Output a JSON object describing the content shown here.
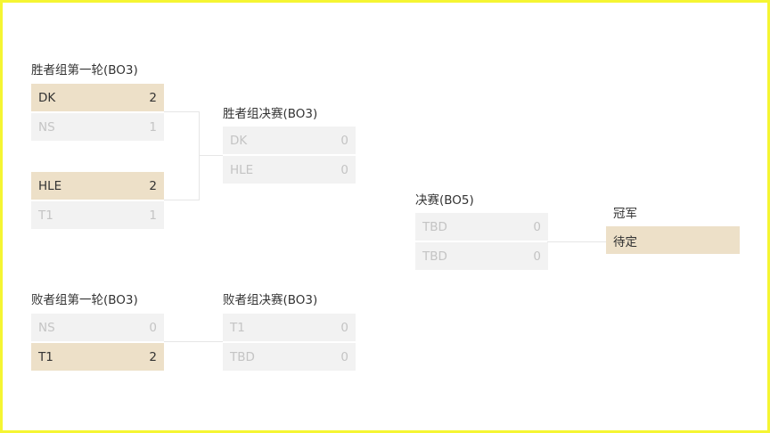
{
  "colors": {
    "winner_bg": "#ede0c8",
    "pending_bg": "#f2f2f2",
    "border": "#f5f532"
  },
  "upper_r1": {
    "title": "胜者组第一轮(BO3)",
    "m1": [
      {
        "team": "DK",
        "score": "2"
      },
      {
        "team": "NS",
        "score": "1"
      }
    ],
    "m2": [
      {
        "team": "HLE",
        "score": "2"
      },
      {
        "team": "T1",
        "score": "1"
      }
    ]
  },
  "upper_final": {
    "title": "胜者组决赛(BO3)",
    "m": [
      {
        "team": "DK",
        "score": "0"
      },
      {
        "team": "HLE",
        "score": "0"
      }
    ]
  },
  "lower_r1": {
    "title": "败者组第一轮(BO3)",
    "m": [
      {
        "team": "NS",
        "score": "0"
      },
      {
        "team": "T1",
        "score": "2"
      }
    ]
  },
  "lower_final": {
    "title": "败者组决赛(BO3)",
    "m": [
      {
        "team": "T1",
        "score": "0"
      },
      {
        "team": "TBD",
        "score": "0"
      }
    ]
  },
  "grand_final": {
    "title": "决赛(BO5)",
    "m": [
      {
        "team": "TBD",
        "score": "0"
      },
      {
        "team": "TBD",
        "score": "0"
      }
    ]
  },
  "champion": {
    "title": "冠军",
    "value": "待定"
  }
}
